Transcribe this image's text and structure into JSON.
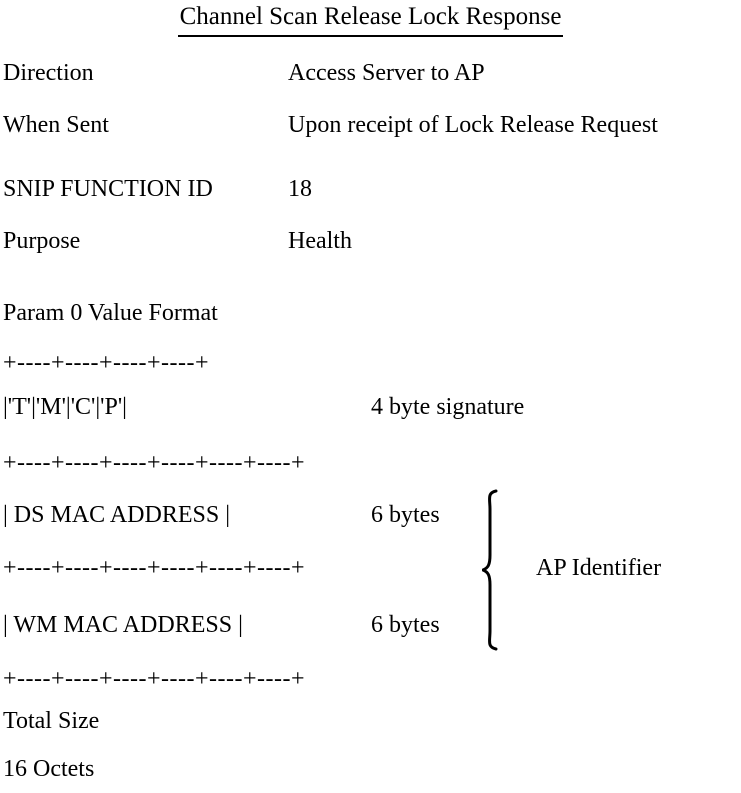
{
  "title": "Channel Scan Release Lock Response",
  "fields": [
    {
      "label": "Direction",
      "value": "Access Server to AP"
    },
    {
      "label": "When Sent",
      "value": "Upon receipt of Lock Release Request"
    },
    {
      "label": "SNIP FUNCTION ID",
      "value": "18"
    },
    {
      "label": "Purpose",
      "value": "Health"
    }
  ],
  "param_format_heading": "Param 0 Value Format",
  "packet_diagram": {
    "separator_short": "+----+----+----+----+",
    "separator_long": "+----+----+----+----+----+----+",
    "signature_row": "|'T'|'M'|'C'|'P'|",
    "signature_note": "4 byte signature",
    "ds_mac_row": "| DS MAC ADDRESS |",
    "ds_mac_note": "6 bytes",
    "wm_mac_row": "| WM MAC ADDRESS |",
    "wm_mac_note": "6 bytes",
    "group_label": "AP Identifier"
  },
  "total_size_label": "Total Size",
  "total_size_value": "16 Octets",
  "colors": {
    "text": "#000000",
    "background": "#ffffff"
  }
}
